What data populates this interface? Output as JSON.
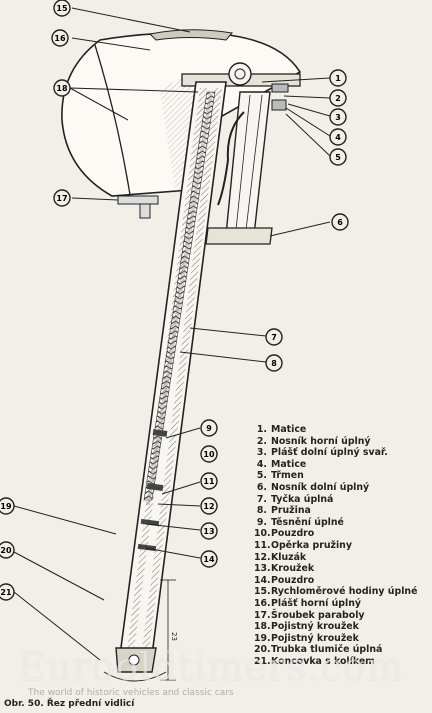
{
  "callouts": [
    "15",
    "16",
    "18",
    "17",
    "1",
    "2",
    "3",
    "4",
    "5",
    "6",
    "7",
    "8",
    "9",
    "10",
    "11",
    "12",
    "13",
    "14",
    "19",
    "20",
    "21"
  ],
  "parts_list": [
    {
      "num": "1.",
      "name": "Matice"
    },
    {
      "num": "2.",
      "name": "Nosník horní úplný"
    },
    {
      "num": "3.",
      "name": "Plášť dolní úplný svař."
    },
    {
      "num": "4.",
      "name": "Matice"
    },
    {
      "num": "5.",
      "name": "Třmen"
    },
    {
      "num": "6.",
      "name": "Nosník dolní úplný"
    },
    {
      "num": "7.",
      "name": "Tyčka úplná"
    },
    {
      "num": "8.",
      "name": "Pružina"
    },
    {
      "num": "9.",
      "name": "Těsnění úplné"
    },
    {
      "num": "10.",
      "name": "Pouzdro"
    },
    {
      "num": "11.",
      "name": "Opěrka pružiny"
    },
    {
      "num": "12.",
      "name": "Kluzák"
    },
    {
      "num": "13.",
      "name": "Kroužek"
    },
    {
      "num": "14.",
      "name": "Pouzdro"
    },
    {
      "num": "15.",
      "name": "Rychloměrové hodiny úplné"
    },
    {
      "num": "16.",
      "name": "Plášť horní úplný"
    },
    {
      "num": "17.",
      "name": "Šroubek paraboly"
    },
    {
      "num": "18.",
      "name": "Pojistný kroužek"
    },
    {
      "num": "19.",
      "name": "Pojistný kroužek"
    },
    {
      "num": "20.",
      "name": "Trubka tlumiče úplná"
    },
    {
      "num": "21.",
      "name": "Koncovka s kolíkem"
    }
  ],
  "caption": "Obr. 50. Řez přední vidlicí",
  "watermark": "Eurooldtimers.com",
  "watermark_sub": "The world of historic vehicles and classic cars",
  "dimension_label": "23"
}
